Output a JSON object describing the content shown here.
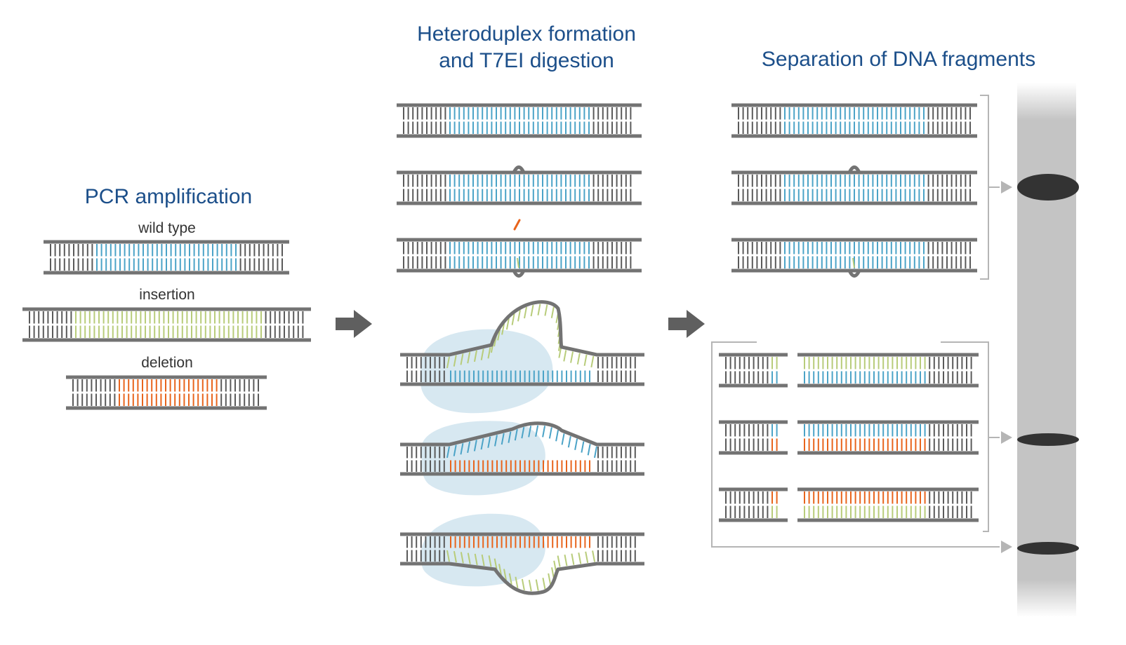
{
  "columns": {
    "pcr": {
      "title": "PCR amplification",
      "labels": {
        "wild_type": "wild type",
        "insertion": "insertion",
        "deletion": "deletion"
      }
    },
    "heteroduplex": {
      "title_line1": "Heteroduplex formation",
      "title_line2": "and T7EI digestion"
    },
    "separation": {
      "title": "Separation of DNA fragments"
    }
  },
  "colors": {
    "backbone": "#737373",
    "base_gray": "#5a5a5a",
    "wild_type": "#4ba3c7",
    "insertion": "#b8cc7a",
    "deletion": "#e8641c",
    "enzyme": "#d7e8f1",
    "title": "#1c4f8a",
    "band": "#333333",
    "arrow": "#5f5f5f",
    "bracket": "#b5b5b5"
  },
  "gel": {
    "lanes": 1,
    "bands": 3
  }
}
